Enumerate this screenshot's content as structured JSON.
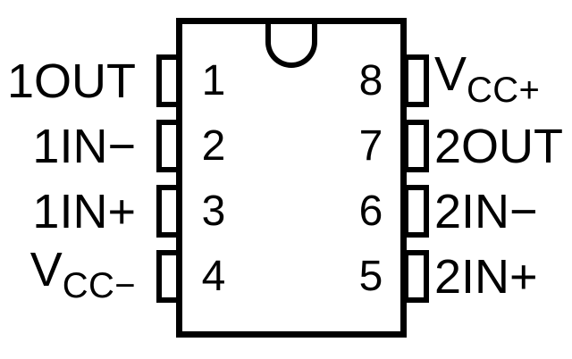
{
  "diagram": {
    "type": "ic-pinout",
    "package": "8-pin dual in-line, top view",
    "colors": {
      "line": "#000000",
      "background": "#ffffff"
    },
    "pins_left": [
      {
        "number": "1",
        "main": "1OUT",
        "sub": ""
      },
      {
        "number": "2",
        "main": "1IN−",
        "sub": ""
      },
      {
        "number": "3",
        "main": "1IN+",
        "sub": ""
      },
      {
        "number": "4",
        "main": "V",
        "sub": "CC−"
      }
    ],
    "pins_right": [
      {
        "number": "8",
        "main": "V",
        "sub": "CC+"
      },
      {
        "number": "7",
        "main": "2OUT",
        "sub": ""
      },
      {
        "number": "6",
        "main": "2IN−",
        "sub": ""
      },
      {
        "number": "5",
        "main": "2IN+",
        "sub": ""
      }
    ]
  }
}
